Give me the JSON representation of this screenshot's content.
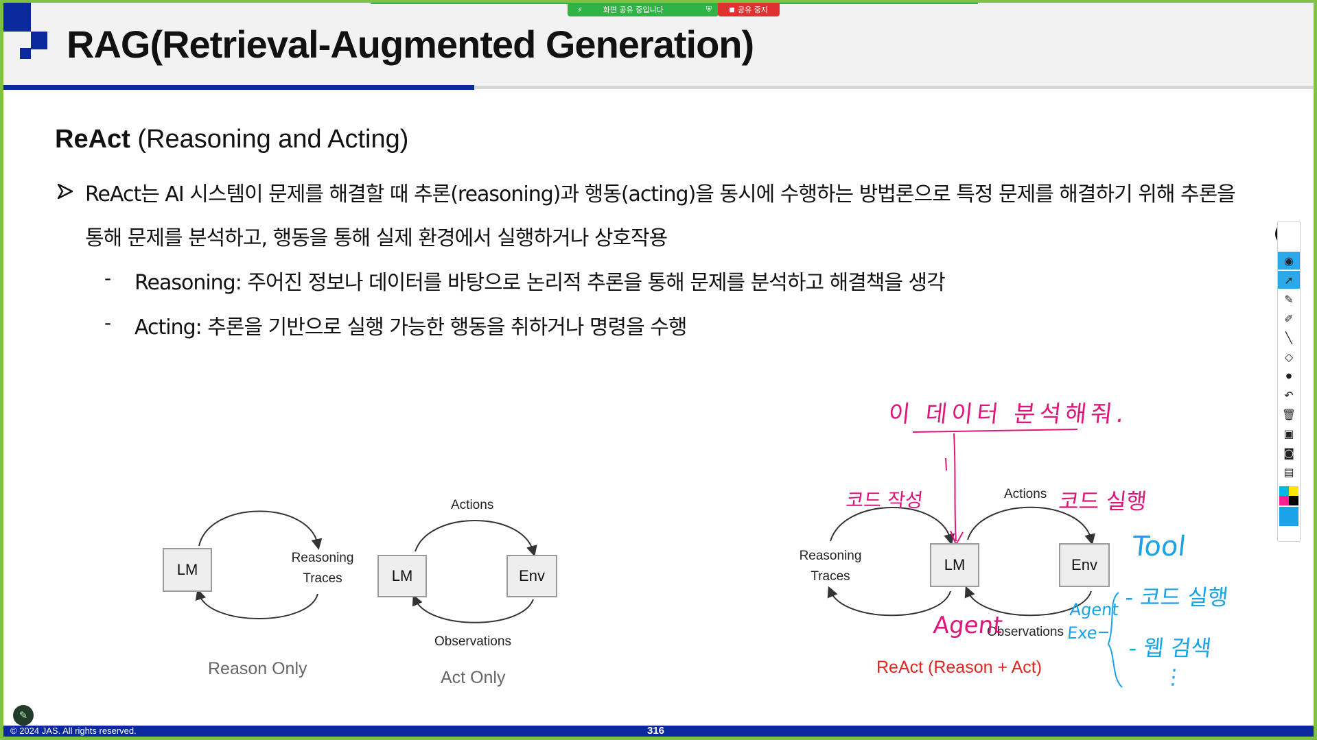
{
  "share_banner": {
    "text": "화면 공유 중입니다",
    "stop_label": "공유 중지"
  },
  "slide": {
    "title": "RAG(Retrieval-Augmented Generation)",
    "subtitle_bold": "ReAct",
    "subtitle_rest": " (Reasoning and Acting)",
    "bullet_line1": "ReAct는 AI 시스템이 문제를 해결할 때 추론(reasoning)과 행동(acting)을 동시에 수행하는 방법론으로 특정 문제를 해결하기 위해 추론을",
    "bullet_line2": "통해 문제를 분석하고, 행동을 통해 실제 환경에서 실행하거나 상호작용",
    "sub1": "Reasoning: 주어진 정보나 데이터를 바탕으로 논리적 추론을 통해 문제를 분석하고 해결책을 생각",
    "sub2": "Acting: 추론을 기반으로 실행 가능한 행동을 취하거나 명령을 수행",
    "dash": "-"
  },
  "diagram_reason_only": {
    "lm": "LM",
    "traces_line1": "Reasoning",
    "traces_line2": "Traces",
    "caption": "Reason Only"
  },
  "diagram_act_only": {
    "lm": "LM",
    "env": "Env",
    "actions": "Actions",
    "observations": "Observations",
    "caption": "Act Only"
  },
  "diagram_react": {
    "lm": "LM",
    "env": "Env",
    "actions": "Actions",
    "observations": "Observations",
    "traces_line1": "Reasoning",
    "traces_line2": "Traces",
    "caption": "ReAct (Reason + Act)"
  },
  "annotations": {
    "top_request": "이 데이터 분석해줘.",
    "code_write": "코드 작성",
    "code_run": "코드 실행",
    "agent": "Agent",
    "tool": "Tool",
    "tool_item1": "- 코드 실행",
    "tool_item2": "- 웹 검색",
    "agent_exe_line1": "Agent",
    "agent_exe_line2": "Exe",
    "ellipsis": "⋮"
  },
  "footer": {
    "copyright": "© 2024 JAS. All rights reserved.",
    "page": "316"
  },
  "colors": {
    "brand_blue": "#0a2a9c",
    "frame_green": "#7fc241",
    "pen_pink": "#e0157a",
    "pen_blue": "#1aa3e6",
    "react_red": "#e0261f"
  },
  "toolbar_icons": [
    "pin-icon",
    "eye-icon",
    "pointer-icon",
    "pen-off-icon",
    "highlighter-icon",
    "line-icon",
    "eraser-icon",
    "dot-icon",
    "undo-icon",
    "trash-icon",
    "screen-icon",
    "camera-icon",
    "notes-icon"
  ]
}
